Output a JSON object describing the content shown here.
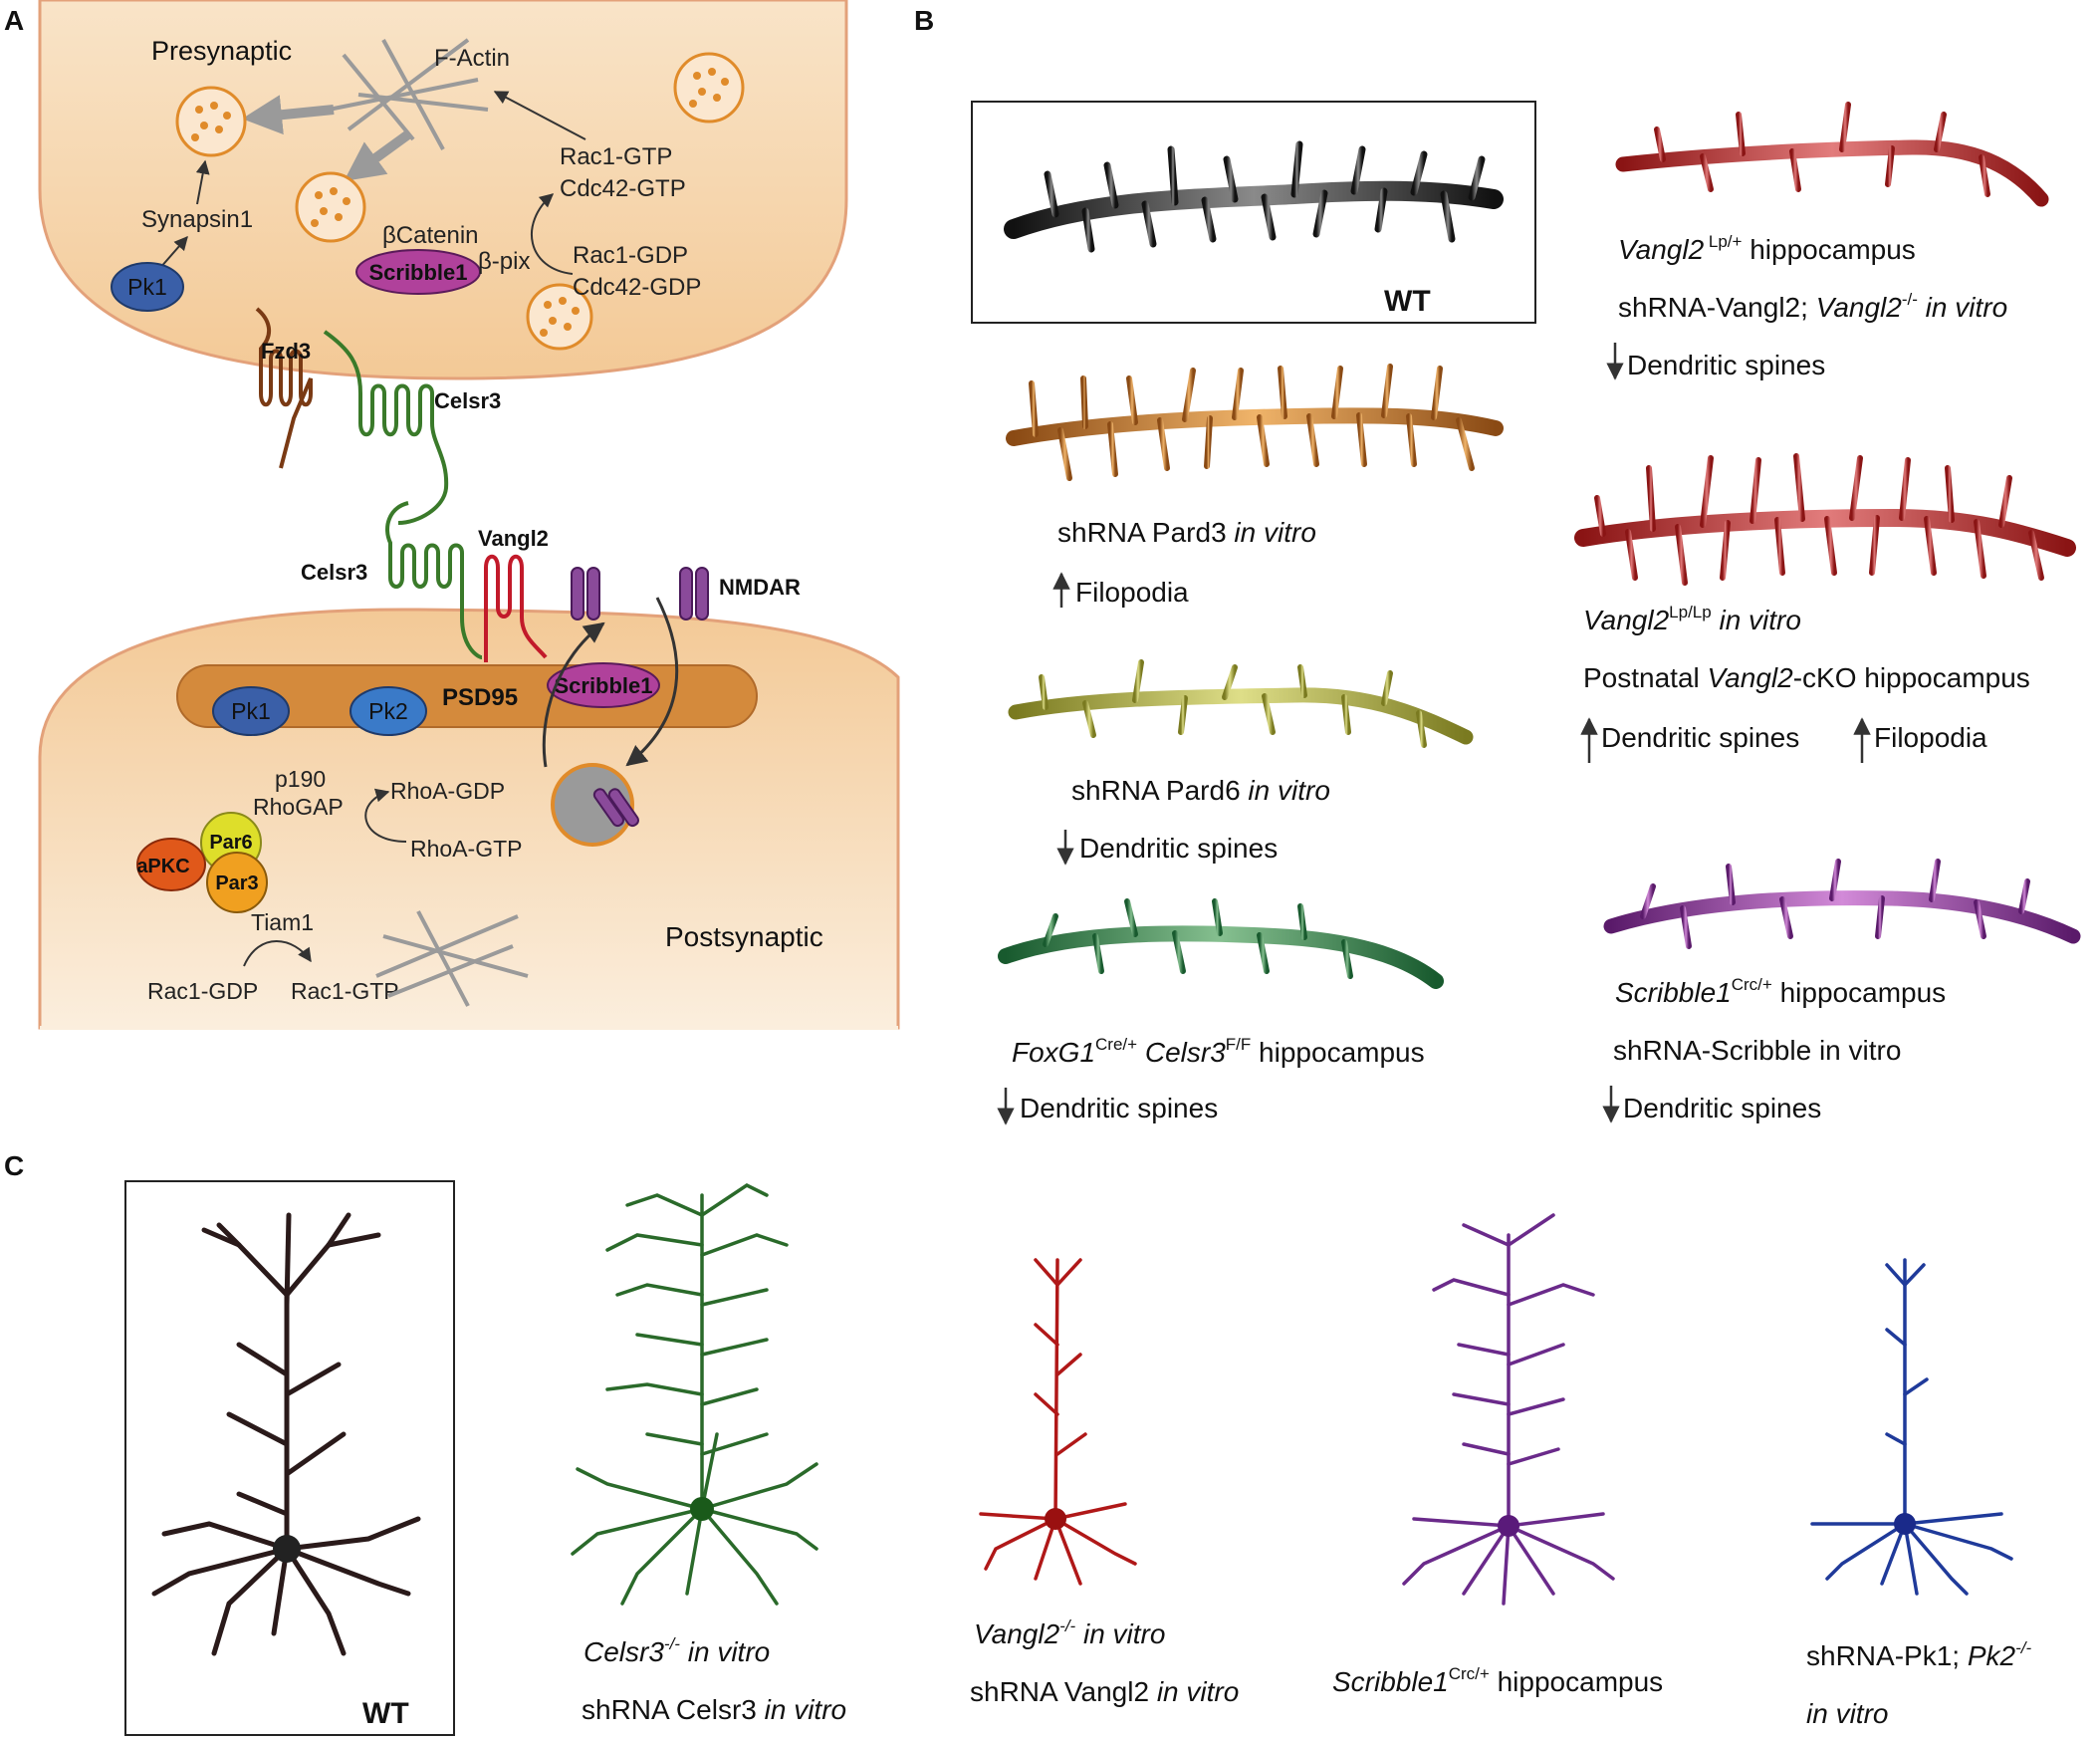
{
  "panels": {
    "A": {
      "label": "A",
      "presynaptic": "Presynaptic",
      "postsynaptic": "Postsynaptic",
      "f_actin": "F-Actin",
      "rac1_gtp": "Rac1-GTP",
      "cdc42_gtp": "Cdc42-GTP",
      "rac1_gdp": "Rac1-GDP",
      "cdc42_gdp": "Cdc42-GDP",
      "synapsin1": "Synapsin1",
      "bcatenin": "βCatenin",
      "bpix": "β-pix",
      "pk1_pre": "Pk1",
      "scribble1_pre": "Scribble1",
      "fzd3": "Fzd3",
      "celsr3_pre": "Celsr3",
      "celsr3_post": "Celsr3",
      "vangl2": "Vangl2",
      "nmdar": "NMDAR",
      "pk1_post": "Pk1",
      "pk2_post": "Pk2",
      "psd95": "PSD95",
      "scribble1_post": "Scribble1",
      "p190": "p190",
      "rhogap": "RhoGAP",
      "rhoa_gdp": "RhoA-GDP",
      "rhoa_gtp": "RhoA-GTP",
      "par6": "Par6",
      "apkc": "aPKC",
      "par3": "Par3",
      "tiam1": "Tiam1",
      "rac1_gdp_post": "Rac1-GDP",
      "rac1_gtp_post": "Rac1-GTP"
    },
    "B": {
      "label": "B",
      "wt": "WT",
      "vangl2_lp": {
        "gene": "Vangl2",
        "sup": " Lp/+",
        "rest": " hippocampus"
      },
      "shrna_vangl2": {
        "pre": "shRNA-Vangl2; ",
        "gene": "Vangl2",
        "sup": "-/-",
        "post": " in vitro"
      },
      "vangl2_lp_effect": "Dendritic spines",
      "pard3": {
        "pre": "shRNA Pard3 ",
        "it": "in vitro"
      },
      "pard3_effect": "Filopodia",
      "vangl2_lplp": {
        "gene": "Vangl2",
        "sup": "Lp/Lp",
        "post": " in vitro"
      },
      "ckO": {
        "pre": "Postnatal ",
        "gene": "Vangl2",
        "post": "-cKO hippocampus"
      },
      "ckO_effect1": "Dendritic spines",
      "ckO_effect2": "Filopodia",
      "pard6": {
        "pre": "shRNA Pard6 ",
        "it": "in vitro"
      },
      "pard6_effect": "Dendritic spines",
      "foxg1": {
        "g1": "FoxG1",
        "s1": "Cre/+",
        "g2": "Celsr3",
        "s2": "F/F",
        "post": " hippocampus"
      },
      "foxg1_effect": "Dendritic spines",
      "scribble_crc": {
        "gene": "Scribble1",
        "sup": "Crc/+",
        "post": " hippocampus"
      },
      "shrna_scribble": "shRNA-Scribble in vitro",
      "scribble_effect": "Dendritic spines"
    },
    "C": {
      "label": "C",
      "wt": "WT",
      "celsr3": {
        "gene": "Celsr3",
        "sup": "-/-",
        "post": " in vitro"
      },
      "shrna_celsr3": {
        "pre": "shRNA Celsr3 ",
        "it": "in vitro"
      },
      "vangl2": {
        "gene": "Vangl2",
        "sup": "-/-",
        "post": " in vitro"
      },
      "shrna_vangl2": {
        "pre": "shRNA Vangl2 ",
        "it": "in vitro"
      },
      "scribble": {
        "gene": "Scribble1",
        "sup": "Crc/+",
        "post": " hippocampus"
      },
      "shrna_pk1": {
        "pre": "shRNA-Pk1; ",
        "gene": "Pk2",
        "sup": "-/-"
      },
      "pk_invitro": "in vitro"
    }
  },
  "colors": {
    "cell_fill": "#f6d6a8",
    "cell_stroke": "#e3a17a",
    "psd": "#d48a3c",
    "blue_protein": "#3a5fa8",
    "magenta_protein": "#b0419b",
    "nmdar": "#8a4a9a",
    "wt": "#222222",
    "celsr3": "#2a6a2a",
    "vangl2": "#b01818",
    "scribble": "#6a2a8a",
    "pk": "#1f3a9a"
  }
}
